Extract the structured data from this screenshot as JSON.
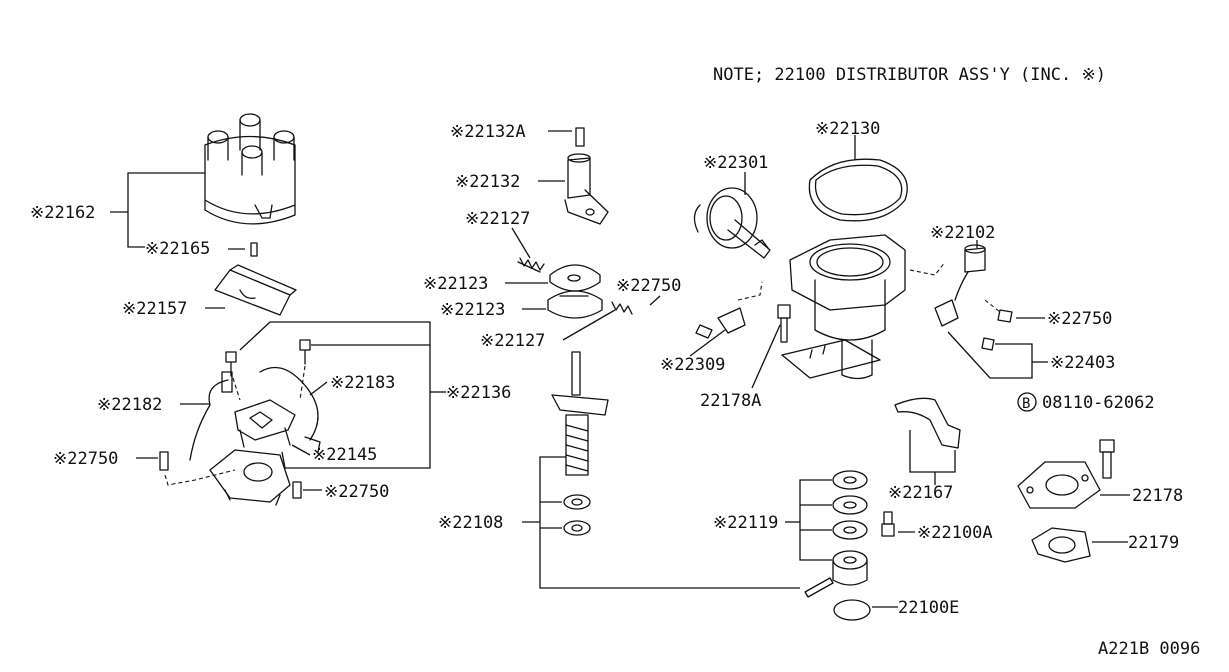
{
  "note": "NOTE; 22100 DISTRIBUTOR ASS'Y (INC. ※)",
  "diagram_id": "A221B 0096",
  "callouts": {
    "p22162": "※22162",
    "p22165": "※22165",
    "p22157": "※22157",
    "p22182": "※22182",
    "p22183": "※22183",
    "p22136": "※22136",
    "p22145": "※22145",
    "p22750_left": "※22750",
    "p22750_bottom": "※22750",
    "p22132A": "※22132A",
    "p22132": "※22132",
    "p22127_top": "※22127",
    "p22123_top": "※22123",
    "p22123_bot": "※22123",
    "p22127_bot": "※22127",
    "p22750_mid": "※22750",
    "p22108": "※22108",
    "p22130": "※22130",
    "p22301": "※22301",
    "p22309": "※22309",
    "p22178A": "22178A",
    "p22102": "※22102",
    "p22750_right": "※22750",
    "p22403": "※22403",
    "bolt_marker": "B",
    "bolt_number": "08110-62062",
    "p22167": "※22167",
    "p22119": "※22119",
    "p22100A": "※22100A",
    "p22178": "22178",
    "p22179": "22179",
    "p22100E": "22100E"
  }
}
